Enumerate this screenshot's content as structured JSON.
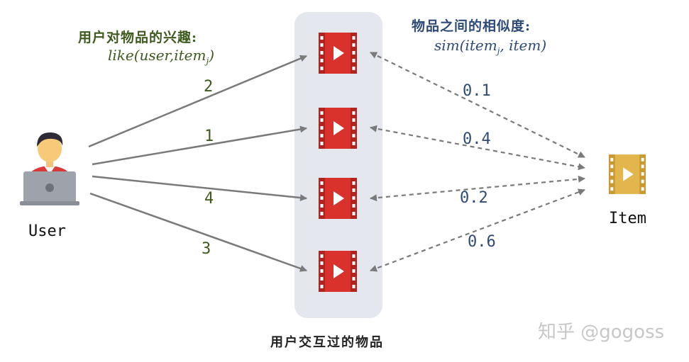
{
  "left_title": "用户对物品的兴趣:",
  "left_formula": {
    "prefix": "like(user,item",
    "sub": "j",
    "suffix": ")"
  },
  "right_title": "物品之间的相似度:",
  "right_formula": {
    "prefix": "sim(item",
    "sub": "j",
    "suffix": ", item)"
  },
  "interest_scores": [
    "2",
    "1",
    "4",
    "3"
  ],
  "similarity_scores": [
    "0.1",
    "0.4",
    "0.2",
    "0.6"
  ],
  "user_label": "User",
  "item_label": "Item",
  "group_label": "用户交互过的物品",
  "watermark": "知乎 @gogoss",
  "colors": {
    "video_red": "#d9312b",
    "video_gold": "#e2b64c",
    "panel": "#e4e7ee",
    "arrow_solid": "#7a7a7a",
    "arrow_dashed": "#7a7a7a",
    "green_text": "#3e5a1e",
    "blue_text": "#2d4a78"
  },
  "icons": {
    "user": "user-at-laptop-icon",
    "video": "video-play-icon",
    "item": "video-play-icon-gold"
  }
}
